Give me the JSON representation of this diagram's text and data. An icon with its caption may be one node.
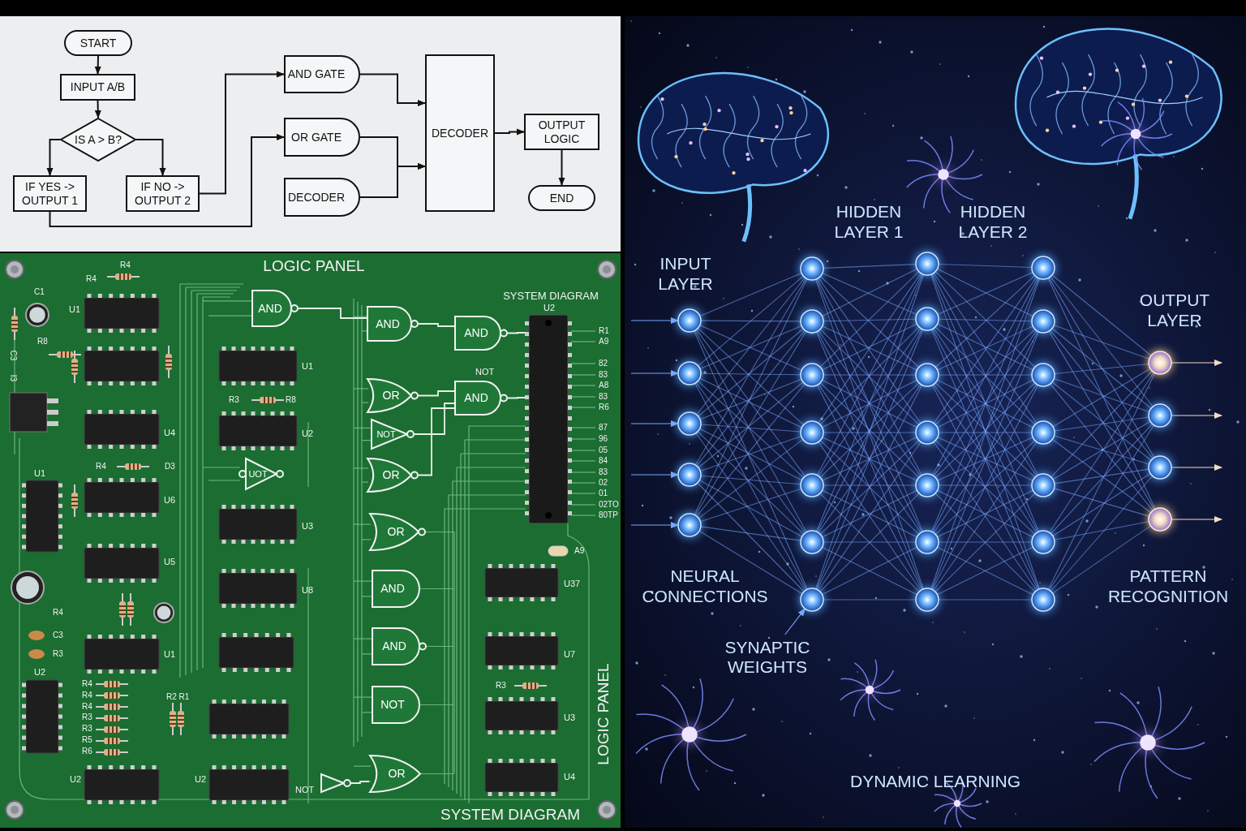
{
  "diagram": {
    "nodes": [
      {
        "text": [
          "START"
        ]
      },
      {
        "text": [
          "INPUT A/B"
        ]
      },
      {
        "text": [
          "IS A > B?"
        ]
      },
      {
        "text": [
          "IF YES -> OUTPUT 1"
        ]
      },
      {
        "text": [
          "IF NO -> OUTPUT 2"
        ]
      },
      {
        "text": [
          "AND GATE"
        ]
      },
      {
        "text": [
          "OR GATE"
        ]
      },
      {
        "text": [
          "DECODER"
        ]
      },
      {
        "text": [
          "DECODER"
        ]
      },
      {
        "text": [
          "OUTPUT LOGIC"
        ]
      },
      {
        "text": [
          "END"
        ]
      },
      {
        "text": [
          "AND"
        ]
      },
      {
        "text": [
          "AND"
        ]
      },
      {
        "text": [
          "AND"
        ]
      },
      {
        "text": [
          "OR"
        ]
      },
      {
        "text": [
          "NOT"
        ]
      },
      {
        "text": [
          "AND"
        ]
      },
      {
        "text": [
          "UOT"
        ]
      },
      {
        "text": [
          "OR"
        ]
      },
      {
        "text": [
          "OR"
        ]
      },
      {
        "text": [
          "AND"
        ]
      },
      {
        "text": [
          "AND"
        ]
      },
      {
        "text": [
          "NOT"
        ]
      },
      {
        "text": [
          "OR"
        ]
      },
      {
        "text": [],
        "shape": "triangle",
        "beside": [
          "NOT"
        ]
      },
      {
        "text": [],
        "shape": "box",
        "beside": [
          "U2"
        ]
      },
      {
        "text": [],
        "shape": "circle"
      },
      {
        "text": [],
        "shape": "circle"
      },
      {
        "text": [],
        "shape": "circle"
      },
      {
        "text": [],
        "shape": "circle"
      },
      {
        "text": [],
        "shape": "circle"
      },
      {
        "text": [],
        "shape": "circle"
      },
      {
        "text": [],
        "shape": "circle"
      },
      {
        "text": [],
        "shape": "circle"
      },
      {
        "text": [],
        "shape": "circle"
      },
      {
        "text": [],
        "shape": "circle"
      },
      {
        "text": [],
        "shape": "circle"
      },
      {
        "text": [],
        "shape": "circle"
      },
      {
        "text": [],
        "shape": "circle"
      },
      {
        "text": [],
        "shape": "circle"
      },
      {
        "text": [],
        "shape": "circle"
      },
      {
        "text": [],
        "shape": "circle"
      },
      {
        "text": [],
        "shape": "circle"
      },
      {
        "text": [],
        "shape": "circle"
      },
      {
        "text": [],
        "shape": "circle"
      },
      {
        "text": [],
        "shape": "circle"
      },
      {
        "text": [],
        "shape": "circle"
      },
      {
        "text": [],
        "shape": "circle"
      },
      {
        "text": [],
        "shape": "circle"
      },
      {
        "text": [],
        "shape": "circle"
      },
      {
        "text": [],
        "shape": "circle"
      },
      {
        "text": [],
        "shape": "circle"
      },
      {
        "text": [],
        "shape": "circle"
      },
      {
        "text": [],
        "shape": "circle"
      },
      {
        "text": [],
        "shape": "circle"
      },
      {
        "text": [],
        "shape": "circle"
      },
      {
        "text": [
          "SYNAPTIC WEIGHTS"
        ]
      }
    ],
    "edges": [
      {
        "from": 0,
        "to": 1,
        "arrow": "to",
        "color": "#111111"
      },
      {
        "from": 1,
        "to": 2,
        "arrow": "to",
        "color": "#111111"
      },
      {
        "from": 2,
        "to": 3,
        "arrow": "to",
        "color": "#111111"
      },
      {
        "from": 2,
        "to": 4,
        "arrow": "to",
        "color": "#111111"
      },
      {
        "from": 4,
        "to": 5,
        "arrow": "to",
        "color": "#111111"
      },
      {
        "from": 3,
        "to": 6,
        "arrow": "to",
        "color": "#111111"
      },
      {
        "from": 5,
        "to": 8,
        "arrow": "to",
        "color": "#111111"
      },
      {
        "from": 6,
        "to": 8,
        "arrow": "to",
        "color": "#111111"
      },
      {
        "from": 7,
        "to": 8,
        "arrow": "to",
        "color": "#111111"
      },
      {
        "from": 8,
        "to": 9,
        "arrow": "to",
        "color": "#111111"
      },
      {
        "from": 9,
        "to": 10,
        "arrow": "to",
        "color": "#111111"
      },
      {
        "from": 11,
        "to": 12,
        "arrow": "none",
        "color": "#e6f2e6"
      },
      {
        "from": 12,
        "to": 13,
        "arrow": "none",
        "color": "#e6f2e6"
      },
      {
        "from": 14,
        "to": 16,
        "arrow": "none",
        "color": "#e6f2e6"
      },
      {
        "from": 15,
        "to": 16,
        "arrow": "none",
        "color": "#e6f2e6"
      },
      {
        "from": 18,
        "to": 16,
        "arrow": "none",
        "color": "#e6f2e6"
      },
      {
        "from": 13,
        "to": 25,
        "arrow": "none",
        "color": "#e6f2e6"
      },
      {
        "from": 16,
        "to": 25,
        "arrow": "none",
        "color": "#e6f2e6"
      },
      {
        "from": 24,
        "to": 23,
        "arrow": "none",
        "color": "#e6f2e6"
      },
      {
        "from": null,
        "to": 26,
        "arrow": "to"
      },
      {
        "from": null,
        "to": 27,
        "arrow": "to"
      },
      {
        "from": null,
        "to": 28,
        "arrow": "to"
      },
      {
        "from": null,
        "to": 29,
        "arrow": "to"
      },
      {
        "from": null,
        "to": 30,
        "arrow": "to"
      },
      {
        "from": 26,
        "to": 31,
        "arrow": "none"
      },
      {
        "from": 26,
        "to": 32,
        "arrow": "none"
      },
      {
        "from": 26,
        "to": 33,
        "arrow": "none"
      },
      {
        "from": 26,
        "to": 34,
        "arrow": "none"
      },
      {
        "from": 26,
        "to": 35,
        "arrow": "none"
      },
      {
        "from": 26,
        "to": 36,
        "arrow": "none"
      },
      {
        "from": 26,
        "to": 37,
        "arrow": "none"
      },
      {
        "from": 27,
        "to": 31,
        "arrow": "none"
      },
      {
        "from": 27,
        "to": 32,
        "arrow": "none"
      },
      {
        "from": 27,
        "to": 33,
        "arrow": "none"
      },
      {
        "from": 27,
        "to": 34,
        "arrow": "none"
      },
      {
        "from": 27,
        "to": 35,
        "arrow": "none"
      },
      {
        "from": 27,
        "to": 36,
        "arrow": "none"
      },
      {
        "from": 27,
        "to": 37,
        "arrow": "none"
      },
      {
        "from": 28,
        "to": 31,
        "arrow": "none"
      },
      {
        "from": 28,
        "to": 32,
        "arrow": "none"
      },
      {
        "from": 28,
        "to": 33,
        "arrow": "none"
      },
      {
        "from": 28,
        "to": 34,
        "arrow": "none"
      },
      {
        "from": 28,
        "to": 35,
        "arrow": "none"
      },
      {
        "from": 28,
        "to": 36,
        "arrow": "none"
      },
      {
        "from": 28,
        "to": 37,
        "arrow": "none"
      },
      {
        "from": 29,
        "to": 31,
        "arrow": "none"
      },
      {
        "from": 29,
        "to": 32,
        "arrow": "none"
      },
      {
        "from": 29,
        "to": 33,
        "arrow": "none"
      },
      {
        "from": 29,
        "to": 34,
        "arrow": "none"
      },
      {
        "from": 29,
        "to": 35,
        "arrow": "none"
      },
      {
        "from": 29,
        "to": 36,
        "arrow": "none"
      },
      {
        "from": 29,
        "to": 37,
        "arrow": "none"
      },
      {
        "from": 30,
        "to": 31,
        "arrow": "none"
      },
      {
        "from": 30,
        "to": 32,
        "arrow": "none"
      },
      {
        "from": 30,
        "to": 33,
        "arrow": "none"
      },
      {
        "from": 30,
        "to": 34,
        "arrow": "none"
      },
      {
        "from": 30,
        "to": 35,
        "arrow": "none"
      },
      {
        "from": 30,
        "to": 36,
        "arrow": "none"
      },
      {
        "from": 30,
        "to": 37,
        "arrow": "none"
      },
      {
        "from": 31,
        "to": 38,
        "arrow": "none"
      },
      {
        "from": 31,
        "to": 39,
        "arrow": "none"
      },
      {
        "from": 31,
        "to": 40,
        "arrow": "none"
      },
      {
        "from": 31,
        "to": 41,
        "arrow": "none"
      },
      {
        "from": 31,
        "to": 42,
        "arrow": "none"
      },
      {
        "from": 31,
        "to": 43,
        "arrow": "none"
      },
      {
        "from": 31,
        "to": 44,
        "arrow": "none"
      },
      {
        "from": 32,
        "to": 38,
        "arrow": "none"
      },
      {
        "from": 32,
        "to": 39,
        "arrow": "none"
      },
      {
        "from": 32,
        "to": 40,
        "arrow": "none"
      },
      {
        "from": 32,
        "to": 41,
        "arrow": "none"
      },
      {
        "from": 32,
        "to": 42,
        "arrow": "none"
      },
      {
        "from": 32,
        "to": 43,
        "arrow": "none"
      },
      {
        "from": 32,
        "to": 44,
        "arrow": "none"
      },
      {
        "from": 33,
        "to": 38,
        "arrow": "none"
      },
      {
        "from": 33,
        "to": 39,
        "arrow": "none"
      },
      {
        "from": 33,
        "to": 40,
        "arrow": "none"
      },
      {
        "from": 33,
        "to": 41,
        "arrow": "none"
      },
      {
        "from": 33,
        "to": 42,
        "arrow": "none"
      },
      {
        "from": 33,
        "to": 43,
        "arrow": "none"
      },
      {
        "from": 33,
        "to": 44,
        "arrow": "none"
      },
      {
        "from": 34,
        "to": 38,
        "arrow": "none"
      },
      {
        "from": 34,
        "to": 39,
        "arrow": "none"
      },
      {
        "from": 34,
        "to": 40,
        "arrow": "none"
      },
      {
        "from": 34,
        "to": 41,
        "arrow": "none"
      },
      {
        "from": 34,
        "to": 42,
        "arrow": "none"
      },
      {
        "from": 34,
        "to": 43,
        "arrow": "none"
      },
      {
        "from": 34,
        "to": 44,
        "arrow": "none"
      },
      {
        "from": 35,
        "to": 38,
        "arrow": "none"
      },
      {
        "from": 35,
        "to": 39,
        "arrow": "none"
      },
      {
        "from": 35,
        "to": 40,
        "arrow": "none"
      },
      {
        "from": 35,
        "to": 41,
        "arrow": "none"
      },
      {
        "from": 35,
        "to": 42,
        "arrow": "none"
      },
      {
        "from": 35,
        "to": 43,
        "arrow": "none"
      },
      {
        "from": 35,
        "to": 44,
        "arrow": "none"
      },
      {
        "from": 36,
        "to": 38,
        "arrow": "none"
      },
      {
        "from": 36,
        "to": 39,
        "arrow": "none"
      },
      {
        "from": 36,
        "to": 40,
        "arrow": "none"
      },
      {
        "from": 36,
        "to": 41,
        "arrow": "none"
      },
      {
        "from": 36,
        "to": 42,
        "arrow": "none"
      },
      {
        "from": 36,
        "to": 43,
        "arrow": "none"
      },
      {
        "from": 36,
        "to": 44,
        "arrow": "none"
      },
      {
        "from": 37,
        "to": 38,
        "arrow": "none"
      },
      {
        "from": 37,
        "to": 39,
        "arrow": "none"
      },
      {
        "from": 37,
        "to": 40,
        "arrow": "none"
      },
      {
        "from": 37,
        "to": 41,
        "arrow": "none"
      },
      {
        "from": 37,
        "to": 42,
        "arrow": "none"
      },
      {
        "from": 37,
        "to": 43,
        "arrow": "none"
      },
      {
        "from": 37,
        "to": 44,
        "arrow": "none"
      },
      {
        "from": 38,
        "to": 45,
        "arrow": "none"
      },
      {
        "from": 38,
        "to": 46,
        "arrow": "none"
      },
      {
        "from": 38,
        "to": 47,
        "arrow": "none"
      },
      {
        "from": 38,
        "to": 48,
        "arrow": "none"
      },
      {
        "from": 38,
        "to": 49,
        "arrow": "none"
      },
      {
        "from": 38,
        "to": 50,
        "arrow": "none"
      },
      {
        "from": 38,
        "to": 51,
        "arrow": "none"
      },
      {
        "from": 39,
        "to": 45,
        "arrow": "none"
      },
      {
        "from": 39,
        "to": 46,
        "arrow": "none"
      },
      {
        "from": 39,
        "to": 47,
        "arrow": "none"
      },
      {
        "from": 39,
        "to": 48,
        "arrow": "none"
      },
      {
        "from": 39,
        "to": 49,
        "arrow": "none"
      },
      {
        "from": 39,
        "to": 50,
        "arrow": "none"
      },
      {
        "from": 39,
        "to": 51,
        "arrow": "none"
      },
      {
        "from": 40,
        "to": 45,
        "arrow": "none"
      },
      {
        "from": 40,
        "to": 46,
        "arrow": "none"
      },
      {
        "from": 40,
        "to": 47,
        "arrow": "none"
      },
      {
        "from": 40,
        "to": 48,
        "arrow": "none"
      },
      {
        "from": 40,
        "to": 49,
        "arrow": "none"
      },
      {
        "from": 40,
        "to": 50,
        "arrow": "none"
      },
      {
        "from": 40,
        "to": 51,
        "arrow": "none"
      },
      {
        "from": 41,
        "to": 45,
        "arrow": "none"
      },
      {
        "from": 41,
        "to": 46,
        "arrow": "none"
      },
      {
        "from": 41,
        "to": 47,
        "arrow": "none"
      },
      {
        "from": 41,
        "to": 48,
        "arrow": "none"
      },
      {
        "from": 41,
        "to": 49,
        "arrow": "none"
      },
      {
        "from": 41,
        "to": 50,
        "arrow": "none"
      },
      {
        "from": 41,
        "to": 51,
        "arrow": "none"
      },
      {
        "from": 42,
        "to": 45,
        "arrow": "none"
      },
      {
        "from": 42,
        "to": 46,
        "arrow": "none"
      },
      {
        "from": 42,
        "to": 47,
        "arrow": "none"
      },
      {
        "from": 42,
        "to": 48,
        "arrow": "none"
      },
      {
        "from": 42,
        "to": 49,
        "arrow": "none"
      },
      {
        "from": 42,
        "to": 50,
        "arrow": "none"
      },
      {
        "from": 42,
        "to": 51,
        "arrow": "none"
      },
      {
        "from": 43,
        "to": 45,
        "arrow": "none"
      },
      {
        "from": 43,
        "to": 46,
        "arrow": "none"
      },
      {
        "from": 43,
        "to": 47,
        "arrow": "none"
      },
      {
        "from": 43,
        "to": 48,
        "arrow": "none"
      },
      {
        "from": 43,
        "to": 49,
        "arrow": "none"
      },
      {
        "from": 43,
        "to": 50,
        "arrow": "none"
      },
      {
        "from": 43,
        "to": 51,
        "arrow": "none"
      },
      {
        "from": 44,
        "to": 45,
        "arrow": "none"
      },
      {
        "from": 44,
        "to": 46,
        "arrow": "none"
      },
      {
        "from": 44,
        "to": 47,
        "arrow": "none"
      },
      {
        "from": 44,
        "to": 48,
        "arrow": "none"
      },
      {
        "from": 44,
        "to": 49,
        "arrow": "none"
      },
      {
        "from": 44,
        "to": 50,
        "arrow": "none"
      },
      {
        "from": 44,
        "to": 51,
        "arrow": "none"
      },
      {
        "from": 45,
        "to": 52,
        "arrow": "none"
      },
      {
        "from": 45,
        "to": 53,
        "arrow": "none"
      },
      {
        "from": 45,
        "to": 54,
        "arrow": "none"
      },
      {
        "from": 45,
        "to": 55,
        "arrow": "none"
      },
      {
        "from": 46,
        "to": 52,
        "arrow": "none"
      },
      {
        "from": 46,
        "to": 53,
        "arrow": "none"
      },
      {
        "from": 46,
        "to": 54,
        "arrow": "none"
      },
      {
        "from": 46,
        "to": 55,
        "arrow": "none"
      },
      {
        "from": 47,
        "to": 52,
        "arrow": "none"
      },
      {
        "from": 47,
        "to": 53,
        "arrow": "none"
      },
      {
        "from": 47,
        "to": 54,
        "arrow": "none"
      },
      {
        "from": 47,
        "to": 55,
        "arrow": "none"
      },
      {
        "from": 48,
        "to": 52,
        "arrow": "none"
      },
      {
        "from": 48,
        "to": 53,
        "arrow": "none"
      },
      {
        "from": 48,
        "to": 54,
        "arrow": "none"
      },
      {
        "from": 48,
        "to": 55,
        "arrow": "none"
      },
      {
        "from": 49,
        "to": 52,
        "arrow": "none"
      },
      {
        "from": 49,
        "to": 53,
        "arrow": "none"
      },
      {
        "from": 49,
        "to": 54,
        "arrow": "none"
      },
      {
        "from": 49,
        "to": 55,
        "arrow": "none"
      },
      {
        "from": 50,
        "to": 52,
        "arrow": "none"
      },
      {
        "from": 50,
        "to": 53,
        "arrow": "none"
      },
      {
        "from": 50,
        "to": 54,
        "arrow": "none"
      },
      {
        "from": 50,
        "to": 55,
        "arrow": "none"
      },
      {
        "from": 51,
        "to": 52,
        "arrow": "none"
      },
      {
        "from": 51,
        "to": 53,
        "arrow": "none"
      },
      {
        "from": 51,
        "to": 54,
        "arrow": "none"
      },
      {
        "from": 51,
        "to": 55,
        "arrow": "none"
      },
      {
        "from": 52,
        "to": null,
        "arrow": "to",
        "color": "#f3dcc4"
      },
      {
        "from": 53,
        "to": null,
        "arrow": "to",
        "color": "#f3dcc4"
      },
      {
        "from": 54,
        "to": null,
        "arrow": "to",
        "color": "#f3dcc4"
      },
      {
        "from": 55,
        "to": null,
        "arrow": "to",
        "color": "#f3dcc4"
      },
      {
        "from": 56,
        "to": 37,
        "arrow": "to"
      }
    ],
    "labels": [
      "R4",
      "R4",
      "LOGIC PANEL",
      "C1",
      "SYSTEM DIAGRAM",
      "U1",
      "R1",
      "R8",
      "A9",
      "C3",
      "U1",
      "82",
      "NOT",
      "83",
      "I3",
      "A8",
      "83",
      "R3",
      "R8",
      "R6",
      "87",
      "U4",
      "U2",
      "96",
      "05",
      "84",
      "R4",
      "D3",
      "U1",
      "83",
      "02",
      "01",
      "U6",
      "02TO",
      "80TP",
      "U3",
      "A9",
      "U5",
      "U37",
      "U8",
      "R4",
      "C3",
      "R3",
      "U1",
      "U7",
      "U2",
      "R4",
      "R3",
      "R4",
      "R2 R1",
      "R4",
      "R3",
      "U3",
      "R3",
      "R5",
      "R6",
      "LOGIC PANEL",
      "U2",
      "U2",
      "U4",
      "SYSTEM DIAGRAM",
      "INPUT LAYER",
      "HIDDEN LAYER 1",
      "HIDDEN LAYER 2",
      "OUTPUT LAYER",
      "NEURAL CONNECTIONS",
      "PATTERN RECOGNITION",
      "DYNAMIC LEARNING"
    ]
  }
}
